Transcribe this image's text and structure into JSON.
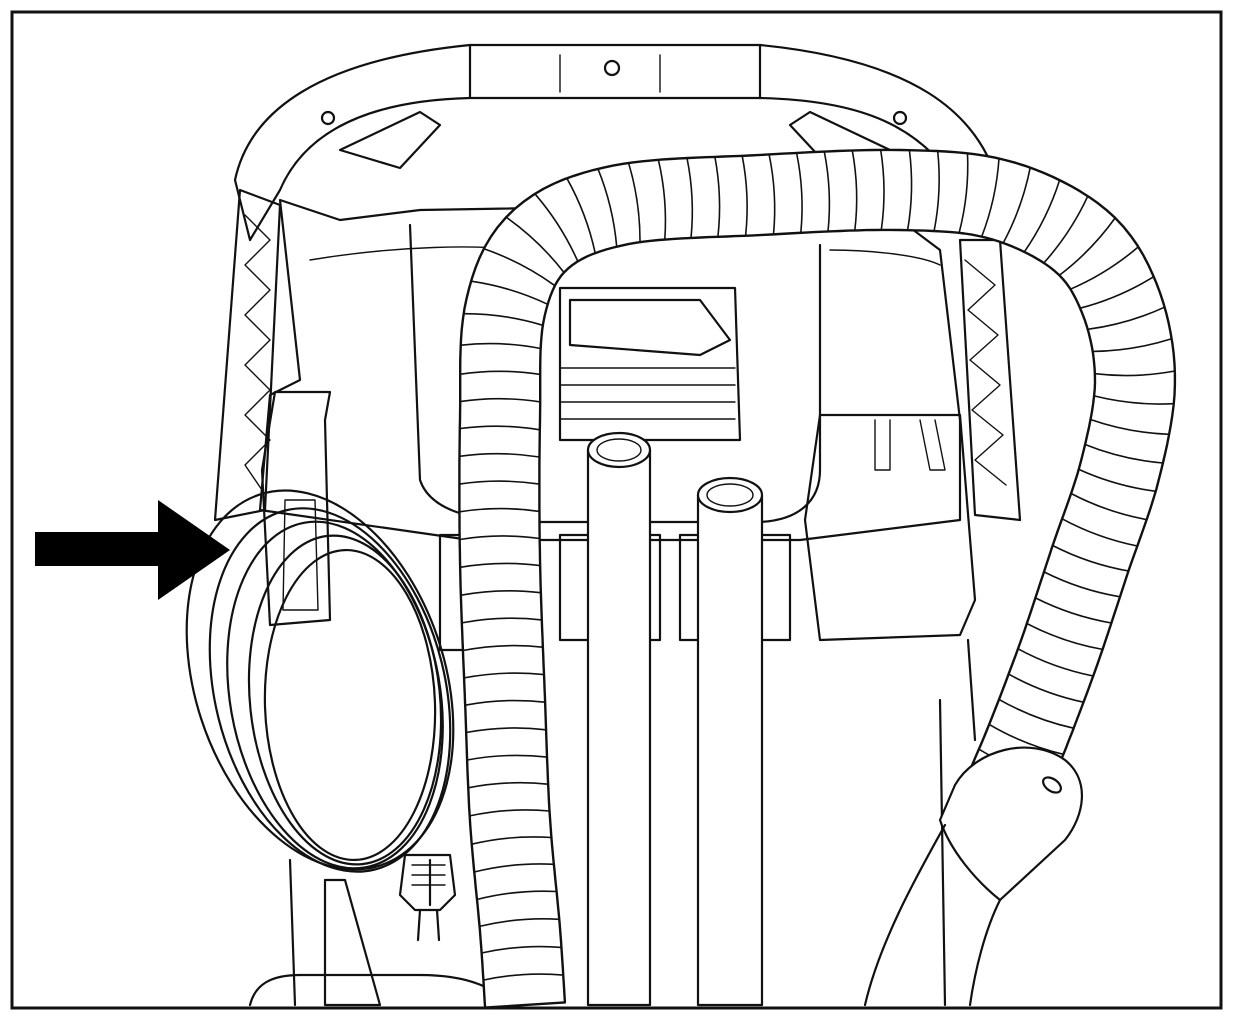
{
  "figure": {
    "kind": "line-illustration",
    "subject": "vacuum-cleaner-rear-view",
    "colors": {
      "line": "#111111",
      "background": "#ffffff",
      "arrow": "#000000"
    },
    "callout": {
      "icon": "arrow-right-icon",
      "points_to": "power-cord-hook"
    },
    "hose_rib_count": 70
  }
}
